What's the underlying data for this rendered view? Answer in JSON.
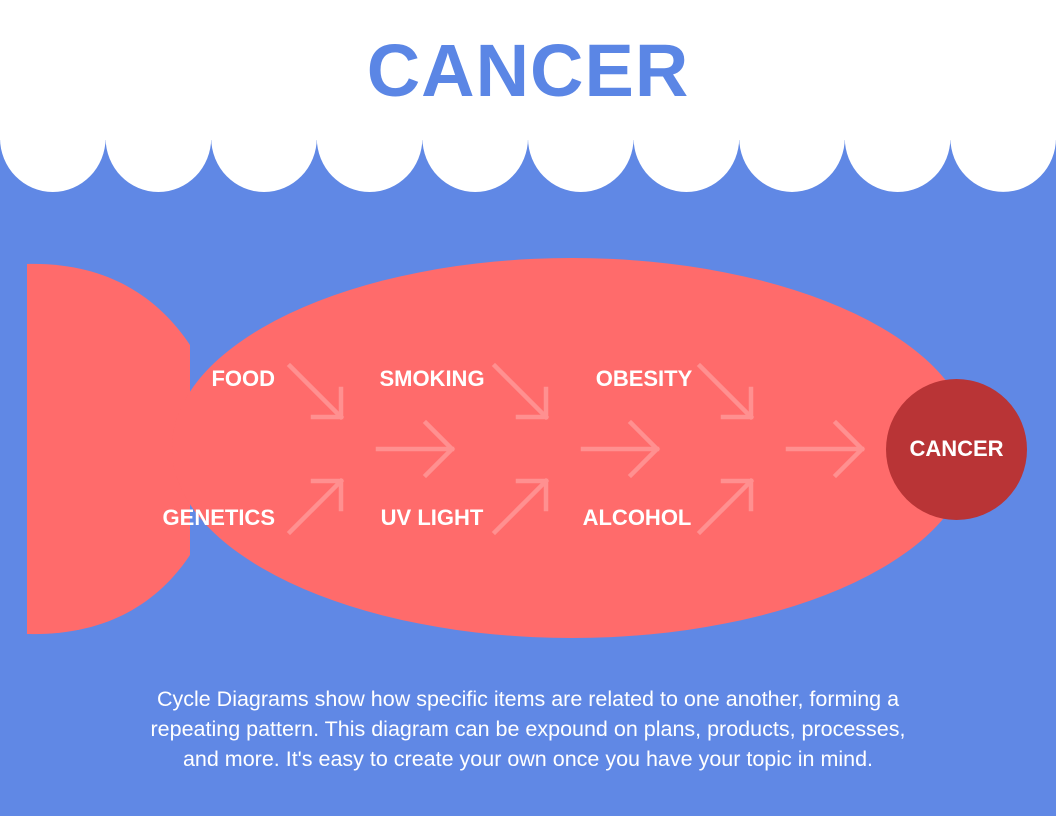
{
  "title": "CANCER",
  "colors": {
    "background": "#6088e5",
    "header": "#ffffff",
    "title": "#5b86e5",
    "fish_body": "#ff6b6b",
    "head": "#b93436",
    "arrow": "#ff9090",
    "text": "#ffffff"
  },
  "diagram": {
    "type": "fishbone",
    "causes_top": [
      "FOOD",
      "SMOKING",
      "OBESITY"
    ],
    "causes_bottom": [
      "GENETICS",
      "UV LIGHT",
      "ALCOHOL"
    ],
    "effect": "CANCER"
  },
  "caption": {
    "line1": "Cycle Diagrams show how specific items are related to one another, forming a",
    "line2": "repeating pattern. This diagram can be  expound on plans, products, processes,",
    "line3": "and more. It's easy to create your own once you have your topic in mind."
  }
}
